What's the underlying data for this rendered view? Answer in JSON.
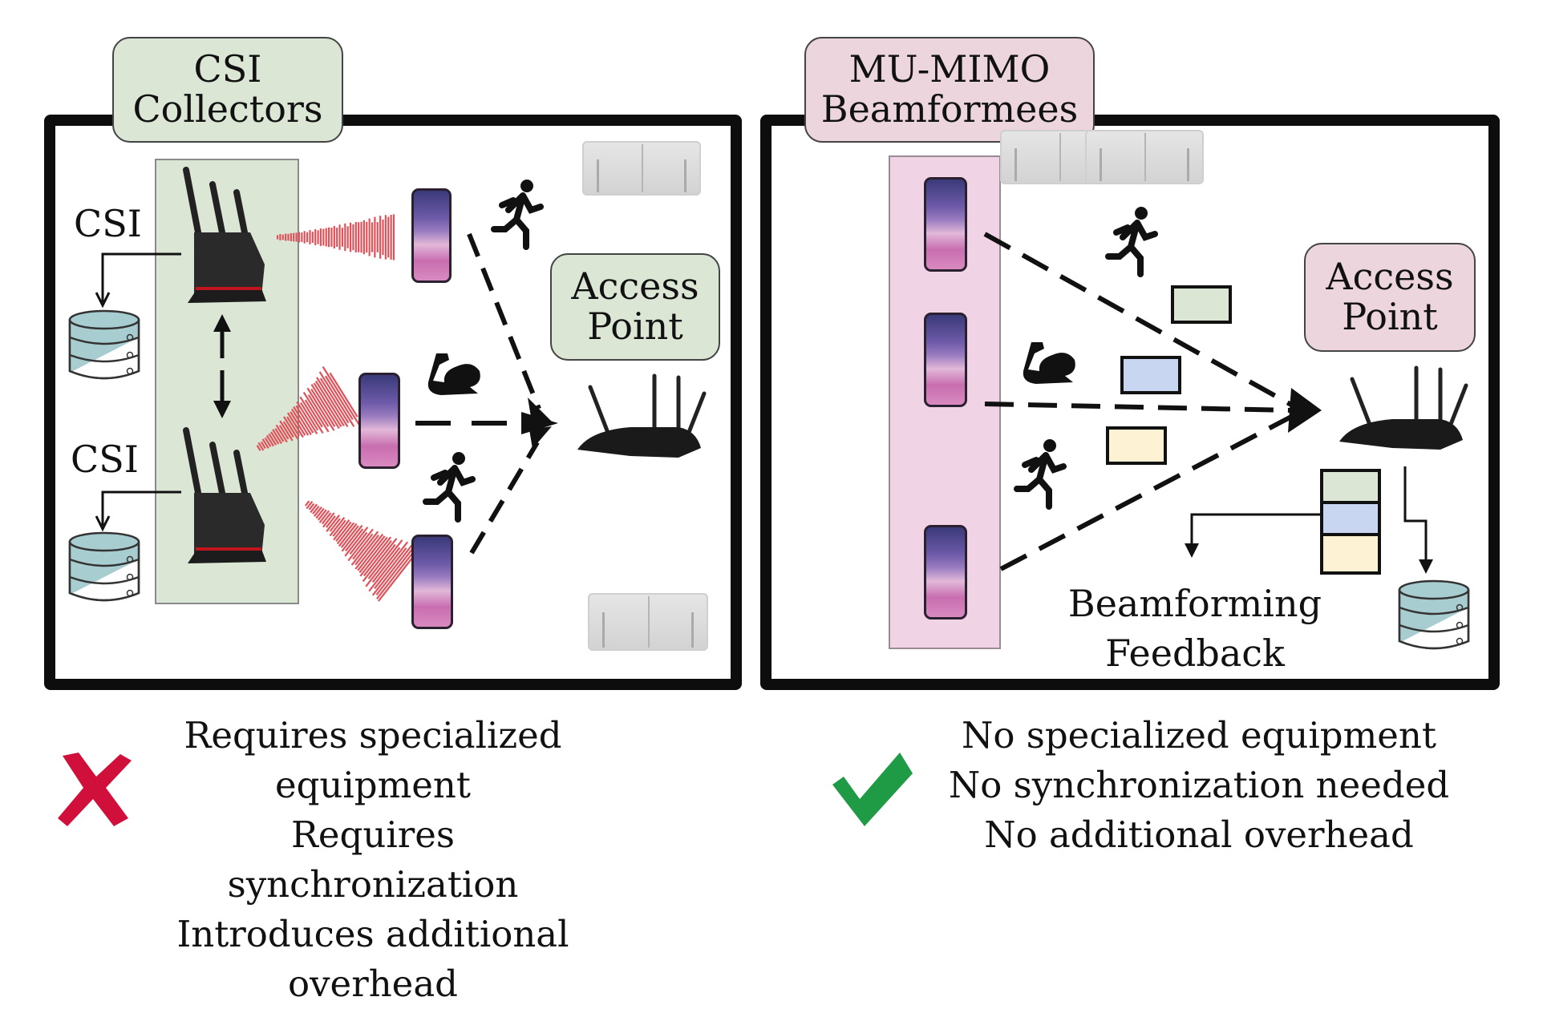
{
  "left_panel": {
    "title_line1": "CSI",
    "title_line2": "Collectors",
    "csi_label_top": "CSI",
    "csi_label_bottom": "CSI",
    "ap_line1": "Access",
    "ap_line2": "Point",
    "status_icon": "cross-icon",
    "status_color": "#d0103a",
    "bullets": [
      "Requires specialized equipment",
      "Requires synchronization",
      "Introduces additional overhead"
    ],
    "accent_color": "#dbe6d5"
  },
  "right_panel": {
    "title_line1": "MU-MIMO",
    "title_line2": "Beamformees",
    "ap_line1": "Access",
    "ap_line2": "Point",
    "feedback_line1": "Beamforming",
    "feedback_line2": "Feedback",
    "status_icon": "checkmark-icon",
    "status_color": "#1f9a45",
    "bullets": [
      "No specialized equipment",
      "No synchronization needed",
      "No additional overhead"
    ],
    "accent_color": "#ecd5dc",
    "packet_colors": [
      "#dbe6d5",
      "#c9d6f2",
      "#fdf2d4"
    ]
  }
}
